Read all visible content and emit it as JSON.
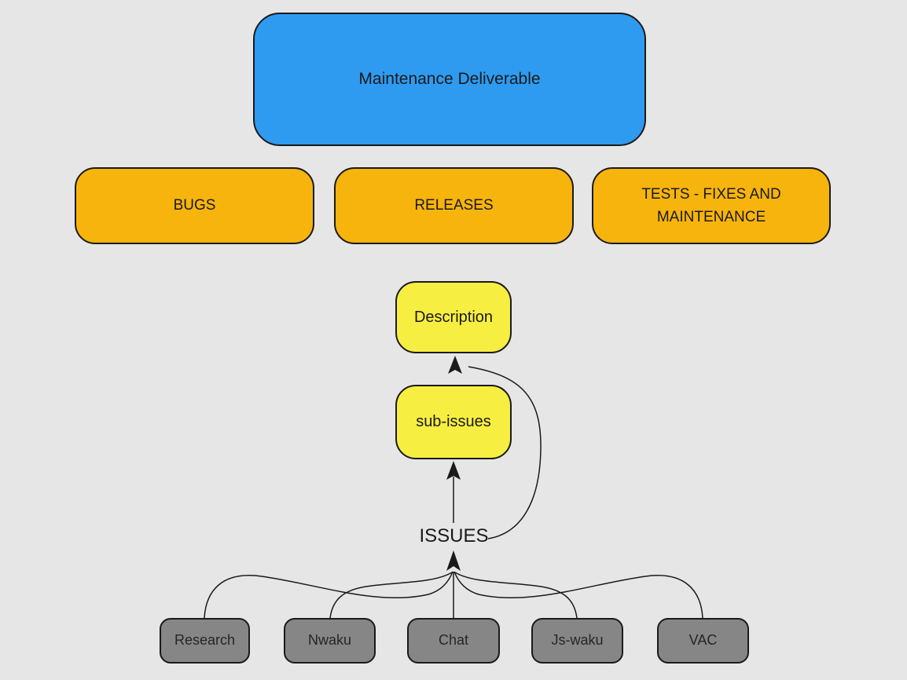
{
  "colors": {
    "background": "#e6e6e6",
    "stroke": "#1a1a1a",
    "root_fill": "#2e9bf0",
    "category_fill": "#f7b40d",
    "detail_fill": "#f7ee42",
    "source_fill": "#868686"
  },
  "nodes": {
    "root": {
      "label": "Maintenance Deliverable"
    },
    "categories": [
      {
        "label": "BUGS"
      },
      {
        "label": "RELEASES"
      },
      {
        "label": "TESTS - FIXES AND MAINTENANCE"
      }
    ],
    "description": {
      "label": "Description"
    },
    "sub_issues": {
      "label": "sub-issues"
    },
    "hub": {
      "label": "ISSUES"
    },
    "sources": [
      {
        "label": "Research"
      },
      {
        "label": "Nwaku"
      },
      {
        "label": "Chat"
      },
      {
        "label": "Js-waku"
      },
      {
        "label": "VAC"
      }
    ]
  },
  "edges": [
    {
      "from": "ISSUES",
      "to": "sub-issues",
      "style": "straight-arrow"
    },
    {
      "from": "ISSUES",
      "to": "Description",
      "style": "curved-arrow"
    },
    {
      "from": "Research",
      "to": "ISSUES",
      "style": "curve"
    },
    {
      "from": "Nwaku",
      "to": "ISSUES",
      "style": "curve"
    },
    {
      "from": "Chat",
      "to": "ISSUES",
      "style": "straight"
    },
    {
      "from": "Js-waku",
      "to": "ISSUES",
      "style": "curve"
    },
    {
      "from": "VAC",
      "to": "ISSUES",
      "style": "curve"
    }
  ]
}
